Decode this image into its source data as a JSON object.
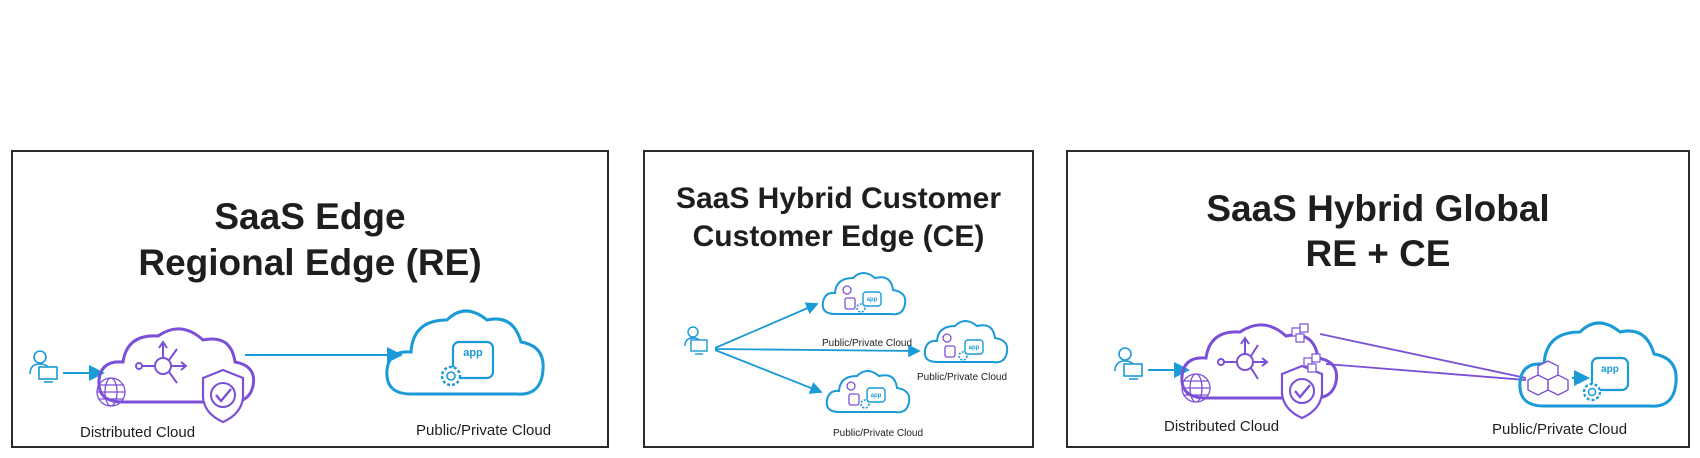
{
  "panels": [
    {
      "title_line1": "SaaS Edge",
      "title_line2": "Regional Edge (RE)",
      "label_left": "Distributed Cloud",
      "label_right": "Public/Private Cloud",
      "app": "app"
    },
    {
      "title_line1": "SaaS Hybrid Customer",
      "title_line2": "Customer Edge (CE)",
      "label_top": "Public/Private Cloud",
      "label_right": "Public/Private Cloud",
      "label_bottom": "Public/Private Cloud",
      "app": "app"
    },
    {
      "title_line1": "SaaS Hybrid Global",
      "title_line2": "RE + CE",
      "label_left": "Distributed Cloud",
      "label_right": "Public/Private Cloud",
      "app": "app"
    }
  ],
  "colors": {
    "blue": "#1a9ad6",
    "purple": "#7b4fd6",
    "border": "#2b2b2b"
  },
  "icons": [
    "user-computer-icon",
    "cloud-icon",
    "globe-icon",
    "network-hub-icon",
    "shield-check-icon",
    "gear-icon",
    "app-window-icon",
    "cubes-icon",
    "arrow-right-icon"
  ]
}
